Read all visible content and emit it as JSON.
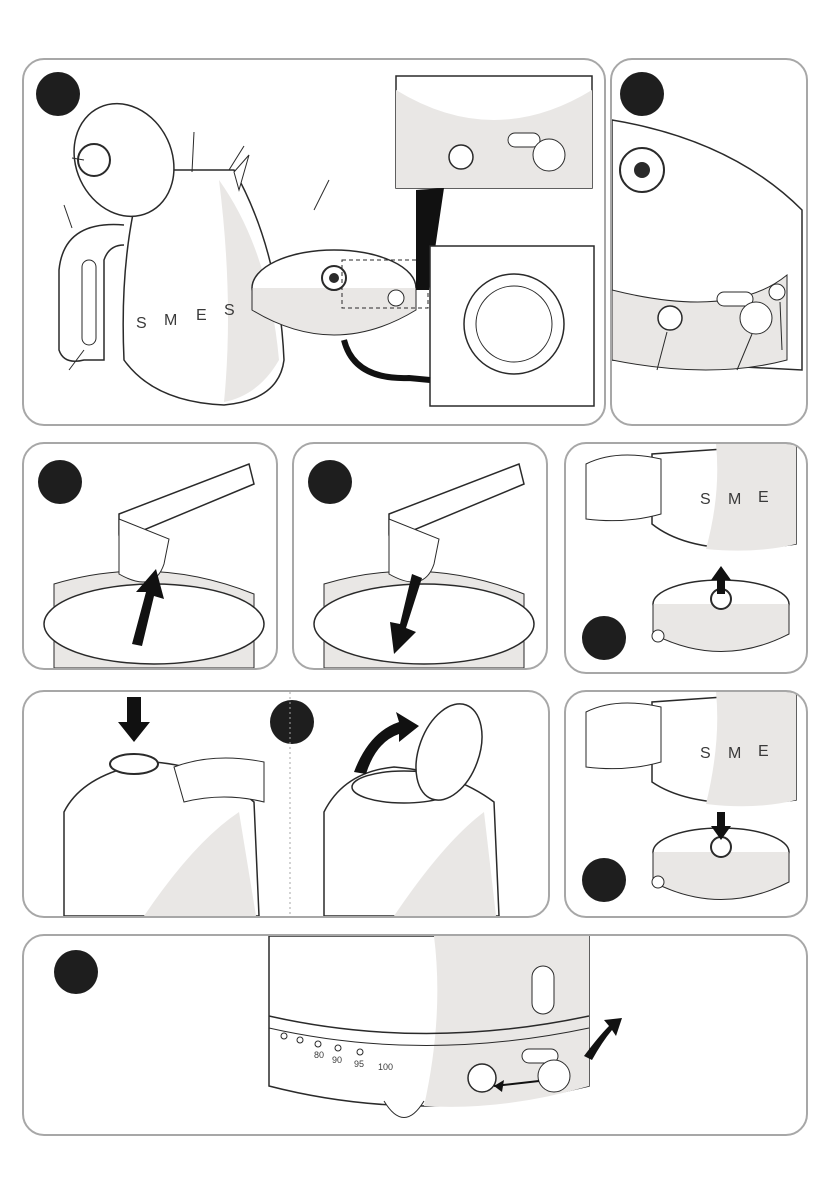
{
  "colors": {
    "panel_border": "#a7a7a7",
    "badge": "#1e1e1e",
    "shade": "#e9e7e5",
    "line": "#2a2a2a",
    "dark": "#111111"
  },
  "icons": [
    "power-icon",
    "arrow-up-icon",
    "arrow-down-icon",
    "curved-arrow-icon",
    "callout-circle-icon"
  ],
  "kettle_logo": {
    "letter_s": "S",
    "letter_m": "M",
    "letter_e": "E",
    "letter_s2": "S"
  },
  "base_temperatures": [
    "80",
    "90",
    "95",
    "100"
  ]
}
